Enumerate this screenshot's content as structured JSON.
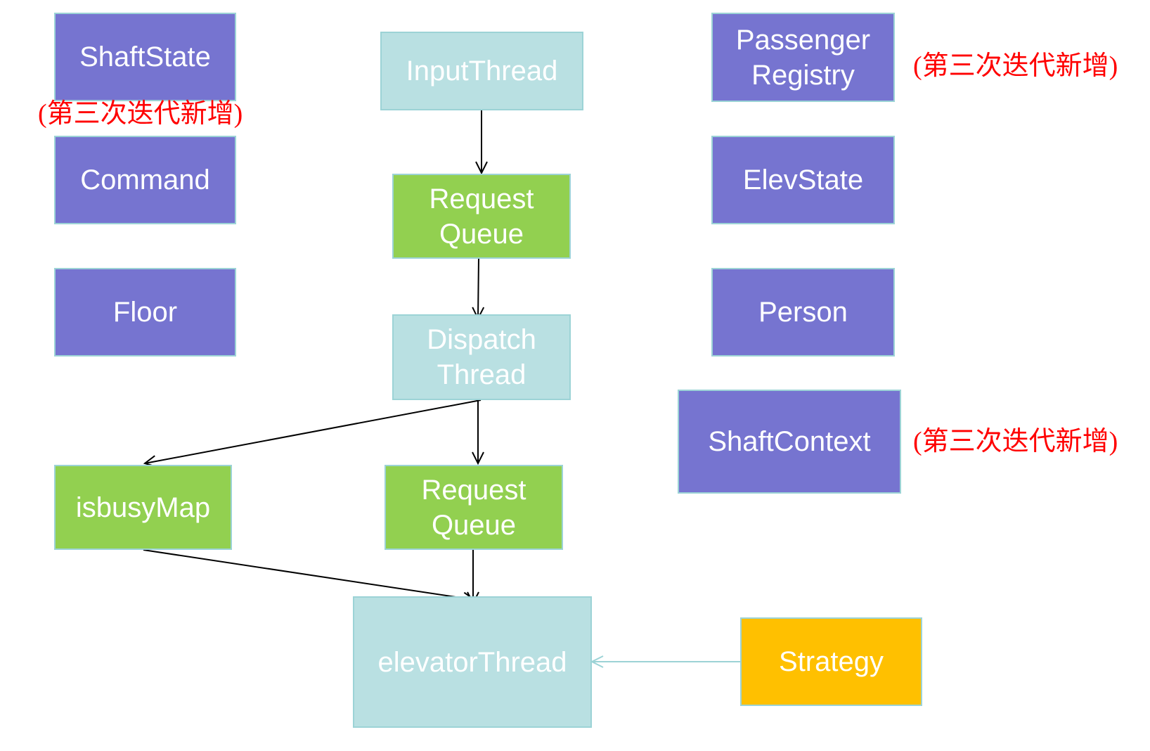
{
  "nodes": {
    "shaft_state": "ShaftState",
    "command": "Command",
    "floor": "Floor",
    "input_thread": "InputThread",
    "request_queue_1": "Request\nQueue",
    "dispatch_thread": "Dispatch\nThread",
    "isbusy_map": "isbusyMap",
    "request_queue_2": "Request\nQueue",
    "elevator_thread": "elevatorThread",
    "passenger_registry": "Passenger\nRegistry",
    "elev_state": "ElevState",
    "person": "Person",
    "shaft_context": "ShaftContext",
    "strategy": "Strategy"
  },
  "notes": {
    "shaft_state_note": "(第三次迭代新增)",
    "passenger_registry_note": "(第三次迭代新增)",
    "shaft_context_note": "(第三次迭代新增)"
  },
  "colors": {
    "model_class": "#7674d0",
    "thread": "#b9e0e2",
    "shared_object": "#92d050",
    "strategy": "#ffc000",
    "note": "#ff0000",
    "border": "#9cd3d6"
  },
  "edges": [
    {
      "from": "InputThread",
      "to": "Request Queue"
    },
    {
      "from": "Request Queue",
      "to": "Dispatch Thread"
    },
    {
      "from": "Dispatch Thread",
      "to": "isbusyMap"
    },
    {
      "from": "Dispatch Thread",
      "to": "Request Queue"
    },
    {
      "from": "isbusyMap",
      "to": "elevatorThread"
    },
    {
      "from": "Request Queue",
      "to": "elevatorThread"
    },
    {
      "from": "Strategy",
      "to": "elevatorThread"
    }
  ]
}
